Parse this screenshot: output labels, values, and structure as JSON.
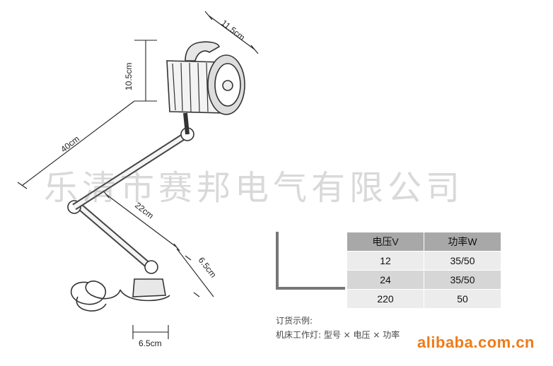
{
  "dimensions": {
    "head_width": "11.5cm",
    "head_height": "10.5cm",
    "arm_upper": "40cm",
    "arm_lower": "22cm",
    "base_height": "6.5cm",
    "base_width": "6.5cm"
  },
  "watermark": "乐清市赛邦电气有限公司",
  "spec_table": {
    "headers": [
      "电压V",
      "功率W"
    ],
    "rows": [
      [
        "12",
        "35/50"
      ],
      [
        "24",
        "35/50"
      ],
      [
        "220",
        "50"
      ]
    ]
  },
  "order_example": {
    "title": "订货示例:",
    "line": "机床工作灯: 型号 × 电压 × 功率"
  },
  "brand": "alibaba.com.cn"
}
